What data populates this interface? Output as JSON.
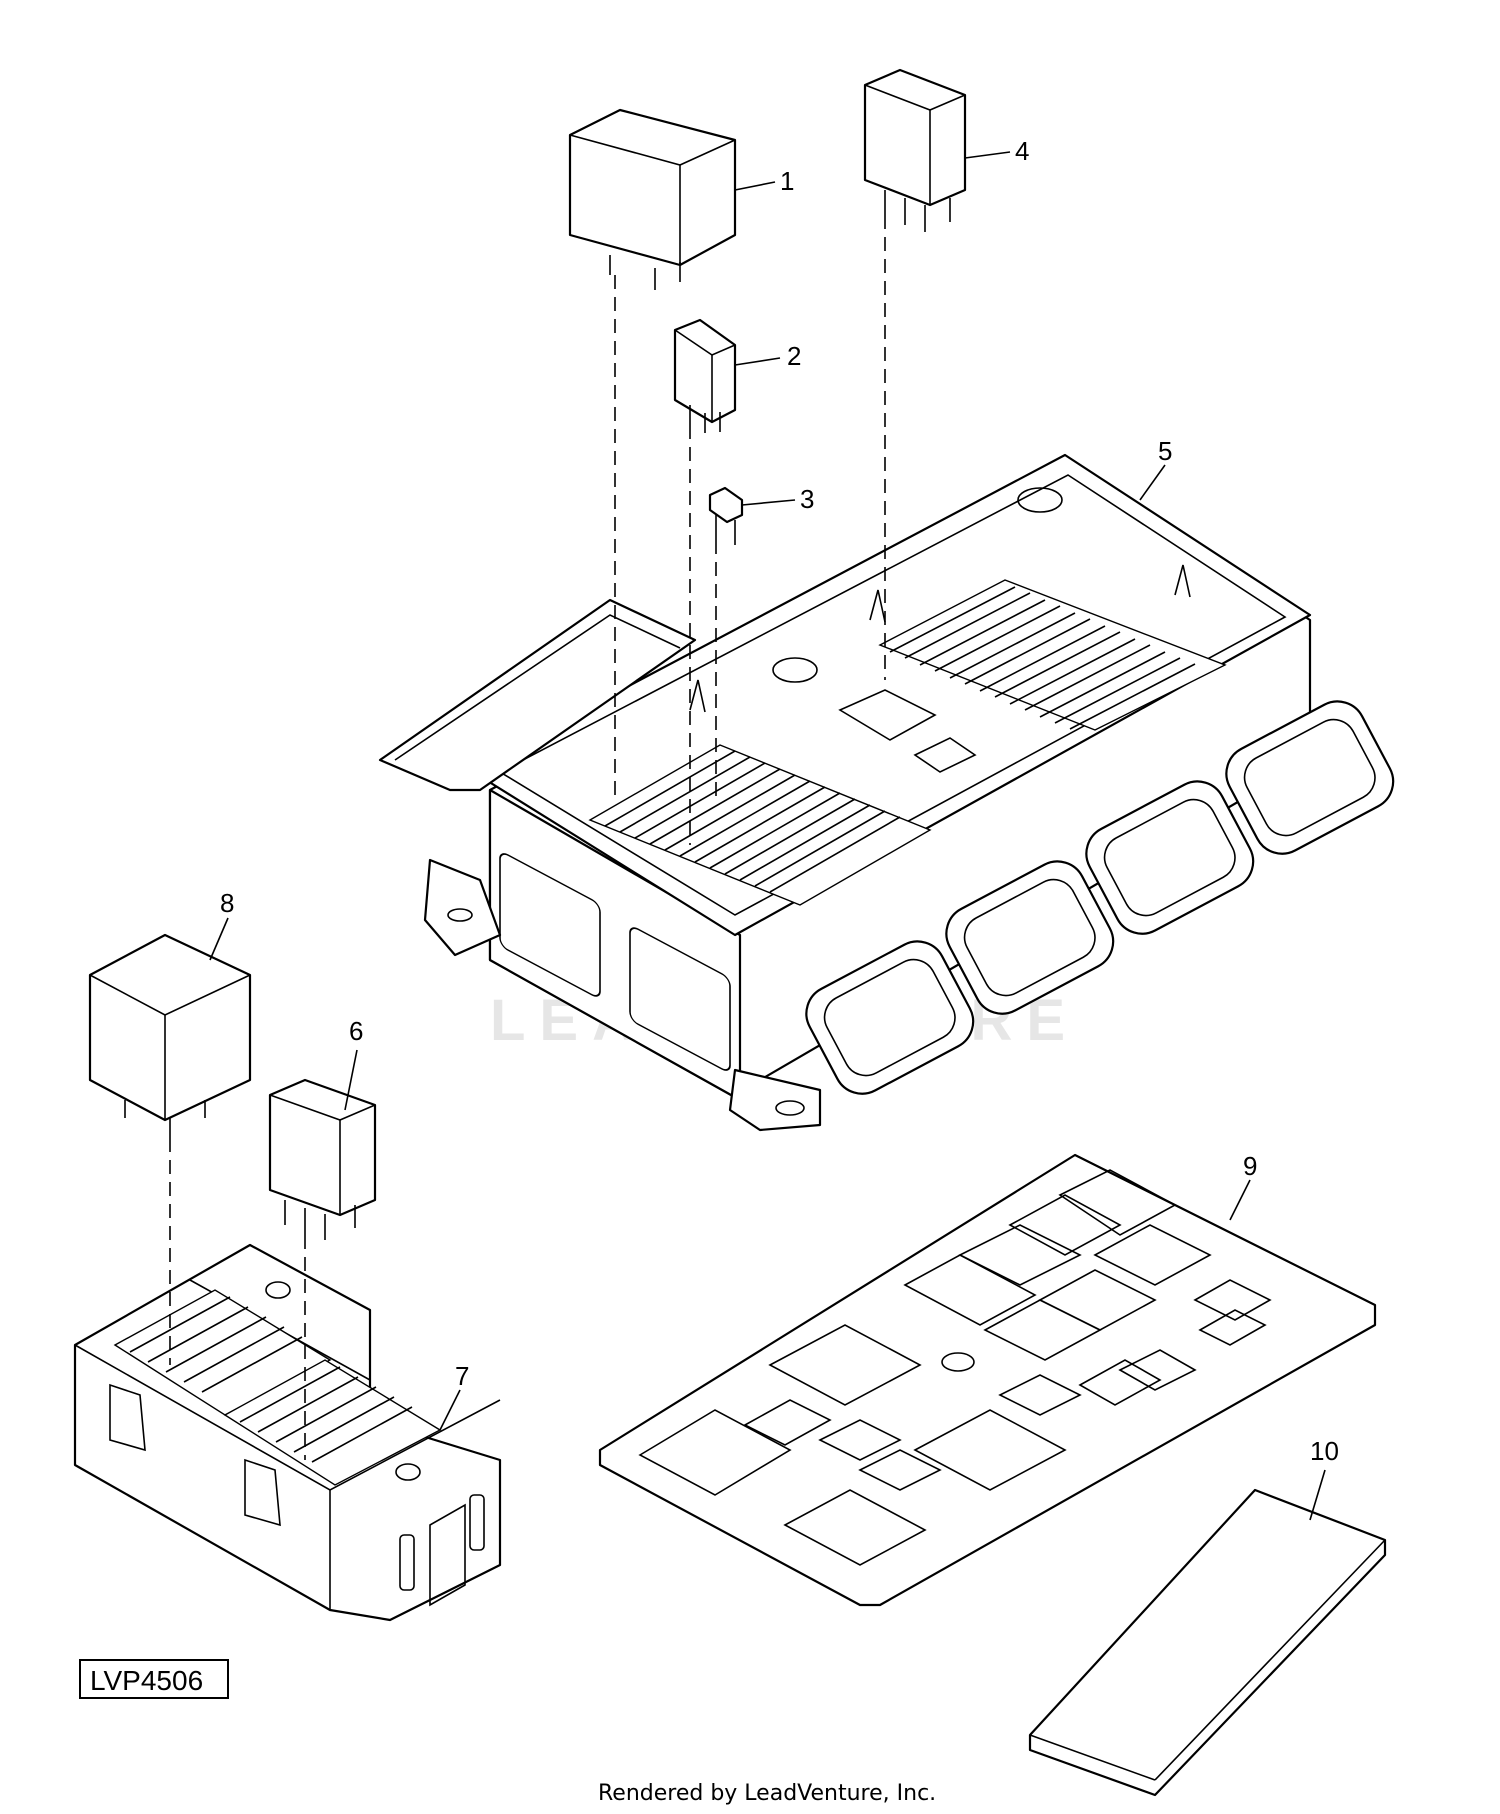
{
  "callouts": {
    "c1": "1",
    "c2": "2",
    "c3": "3",
    "c4": "4",
    "c5": "5",
    "c6": "6",
    "c7": "7",
    "c8": "8",
    "c9": "9",
    "c10": "10"
  },
  "figure_id": "LVP4506",
  "watermark": "LEADVENTURE",
  "footer": "Rendered by LeadVenture, Inc."
}
